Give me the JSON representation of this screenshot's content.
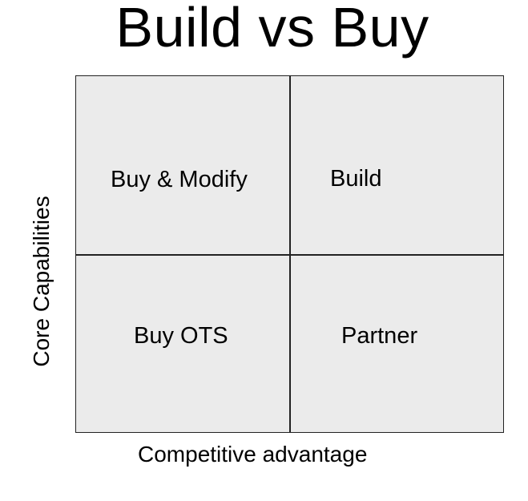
{
  "title": "Build vs Buy",
  "quadrants": {
    "top_left": "Buy & Modify",
    "top_right": "Build",
    "bottom_left": "Buy OTS",
    "bottom_right": "Partner"
  },
  "axes": {
    "x_label": "Competitive advantage",
    "y_label": "Core Capabilities"
  },
  "colors": {
    "cell_fill": "#ebebeb",
    "border": "#222222",
    "text": "#000000"
  }
}
